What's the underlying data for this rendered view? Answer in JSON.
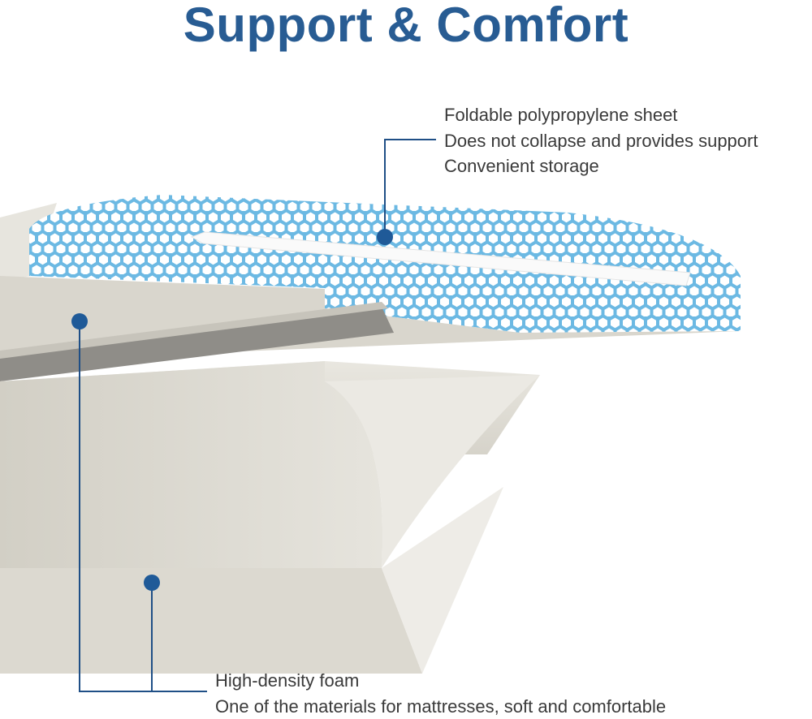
{
  "title": "Support & Comfort",
  "callouts": {
    "sheet": {
      "heading": "Foldable polypropylene sheet",
      "lines": [
        "Does not collapse and provides support",
        "Convenient storage"
      ]
    },
    "foam": {
      "heading": "High-density foam",
      "lines": [
        "One of the materials for mattresses, soft and comfortable"
      ]
    }
  },
  "colors": {
    "title": "#285c93",
    "leader": "#1f4f86",
    "hex_blue": "#6cb9e3",
    "foam": "#dedbd2"
  }
}
